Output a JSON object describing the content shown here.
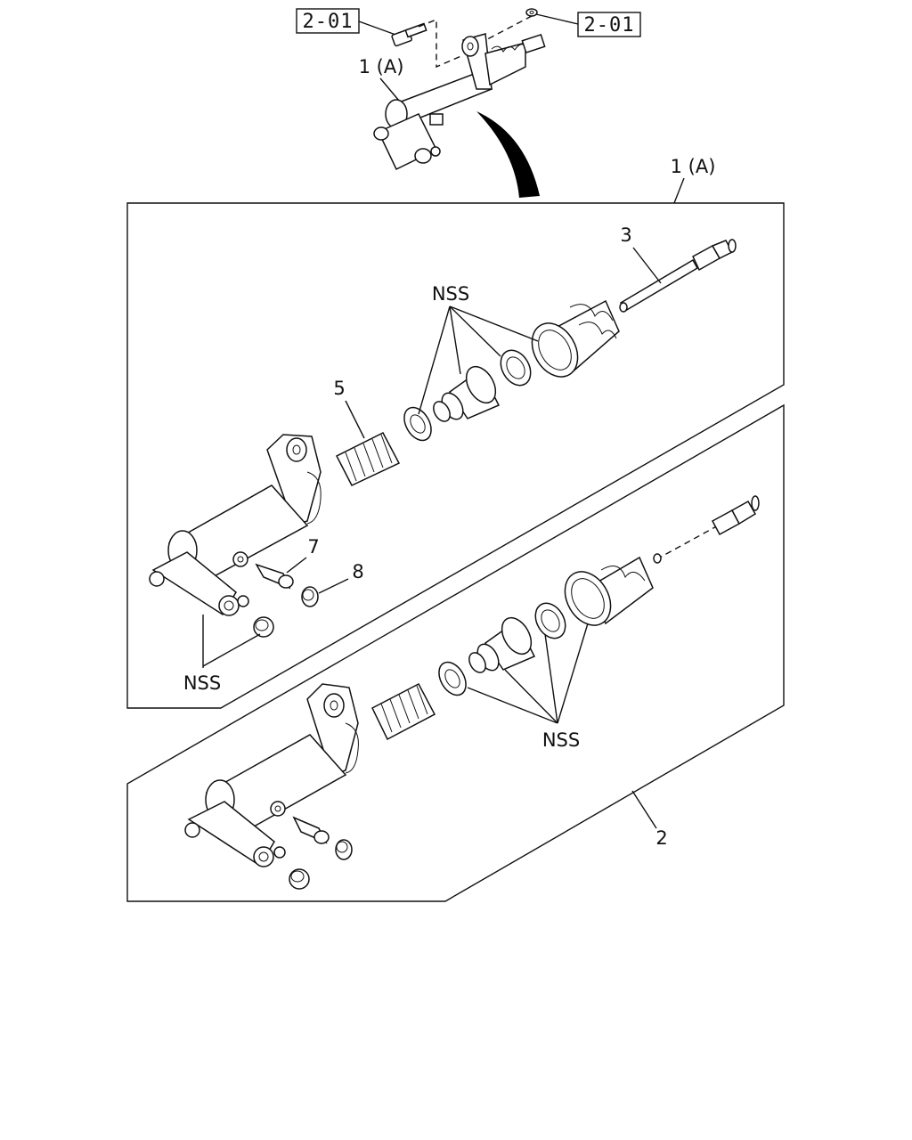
{
  "refs": {
    "left_ref": "2-01",
    "right_ref": "2-01"
  },
  "labels": {
    "top_assembly": "1 (A)",
    "panel_assembly": "1 (A)",
    "nss_upper_seals": "NSS",
    "nss_upper_body": "NSS",
    "nss_lower_seals": "NSS",
    "part_3": "3",
    "part_5": "5",
    "part_7": "7",
    "part_8": "8",
    "part_2": "2"
  }
}
